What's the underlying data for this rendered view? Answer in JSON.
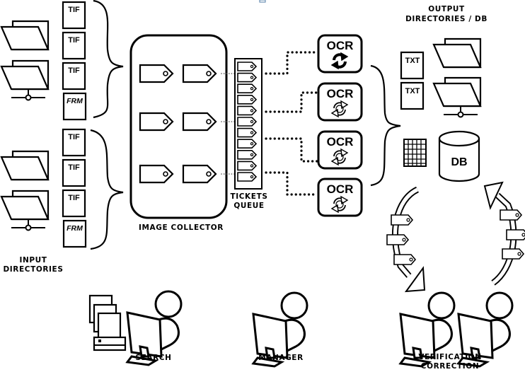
{
  "diagram": {
    "input": {
      "label_line1": "INPUT",
      "label_line2": "DIRECTORIES",
      "groups": [
        {
          "files": [
            "TIF",
            "TIF",
            "TIF",
            "FRM"
          ]
        },
        {
          "files": [
            "TIF",
            "TIF",
            "TIF",
            "FRM"
          ]
        }
      ]
    },
    "collector": {
      "label": "IMAGE COLLECTOR",
      "ticket_rows": 3,
      "tickets_per_row": 2
    },
    "queue": {
      "label_line1": "TICKETS",
      "label_line2": "QUEUE",
      "slots": 11
    },
    "ocr": {
      "units": [
        {
          "label": "OCR",
          "state": "active"
        },
        {
          "label": "OCR",
          "state": "idle"
        },
        {
          "label": "OCR",
          "state": "idle"
        },
        {
          "label": "OCR",
          "state": "idle"
        }
      ]
    },
    "output": {
      "label_line1": "OUTPUT",
      "label_line2": "DIRECTORIES / DB",
      "files": [
        "TXT",
        "TXT"
      ],
      "db_label": "DB"
    },
    "workstations": {
      "search": "SEARCH",
      "manager": "MANAGER",
      "verification_line1": "VERIFICATION",
      "verification_line2": "CORRECTION"
    }
  }
}
